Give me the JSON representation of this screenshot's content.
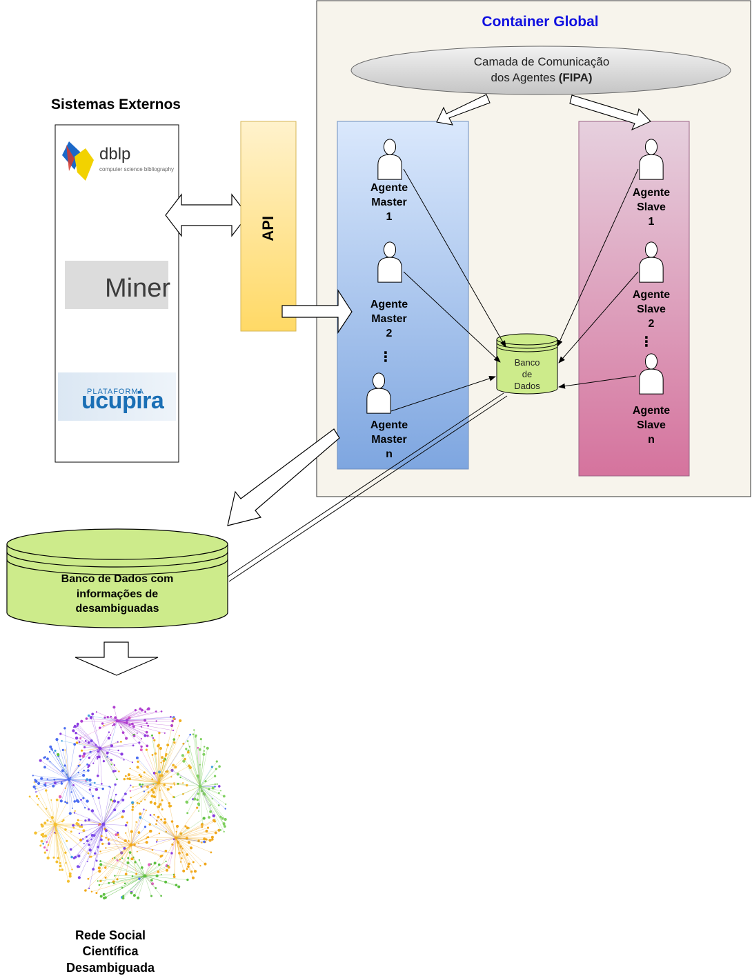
{
  "external_systems": {
    "title": "Sistemas Externos",
    "dblp": {
      "name": "dblp",
      "subtitle": "computer science bibliography"
    },
    "aminer": {
      "name": "Miner"
    },
    "sucupira": {
      "name": "ucupira",
      "prefix": "PLATAFORMA"
    }
  },
  "api": {
    "label": "API"
  },
  "container": {
    "title": "Container Global",
    "fipa_line1": "Camada de Comunicação",
    "fipa_line2": "dos Agentes",
    "fipa_bold": "(FIPA)"
  },
  "masters": [
    {
      "line1": "Agente",
      "line2": "Master",
      "line3": "1"
    },
    {
      "line1": "Agente",
      "line2": "Master",
      "line3": "2"
    },
    {
      "line1": "Agente",
      "line2": "Master",
      "line3": "n"
    }
  ],
  "slaves": [
    {
      "line1": "Agente",
      "line2": "Slave",
      "line3": "1"
    },
    {
      "line1": "Agente",
      "line2": "Slave",
      "line3": "2"
    },
    {
      "line1": "Agente",
      "line2": "Slave",
      "line3": "n"
    }
  ],
  "ellipsis": "⋮",
  "db_small": {
    "line1": "Banco",
    "line2": "de",
    "line3": "Dados"
  },
  "db_big": {
    "line1": "Banco de Dados com",
    "line2": "informações de",
    "line3": "desambiguadas"
  },
  "network": {
    "line1": "Rede Social",
    "line2": "Científica",
    "line3": "Desambiguada"
  },
  "colors": {
    "container_bg": "#f7f4ec",
    "master_top": "#dae8fc",
    "master_bottom": "#7ea6e0",
    "slave_top": "#e6d0de",
    "slave_bottom": "#d5739d",
    "api_top": "#fff2cc",
    "api_bottom": "#ffd966",
    "db_fill": "#cdeb8b",
    "title_blue": "#1010e0"
  }
}
